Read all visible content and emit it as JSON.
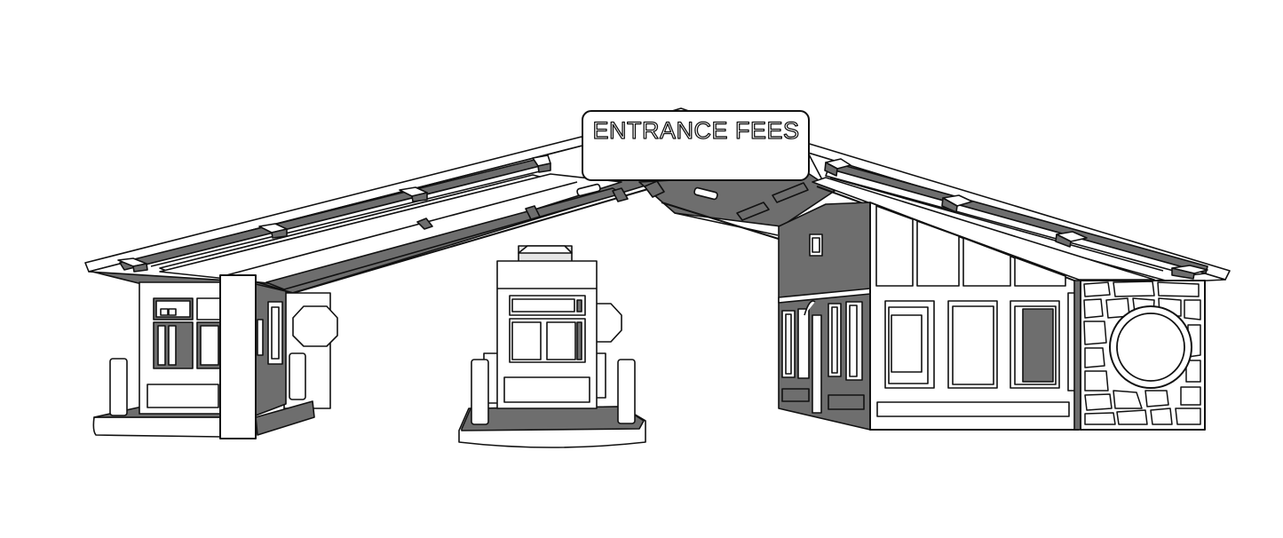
{
  "illustration": {
    "title": "Park entrance fee station line drawing",
    "sign": {
      "text": "ENTRANCE FEES"
    },
    "colors": {
      "background": "#ffffff",
      "line": "#111111",
      "shade": "#6e6e6e",
      "light_fill": "#ffffff",
      "pale": "#e6e6e6"
    },
    "elements": [
      "canopy-roof-left",
      "canopy-roof-right",
      "entrance-fees-sign",
      "left-toll-booth",
      "center-toll-booth",
      "right-office-building",
      "stone-wall-with-round-window",
      "bollards",
      "octagonal-stop-signs"
    ]
  }
}
